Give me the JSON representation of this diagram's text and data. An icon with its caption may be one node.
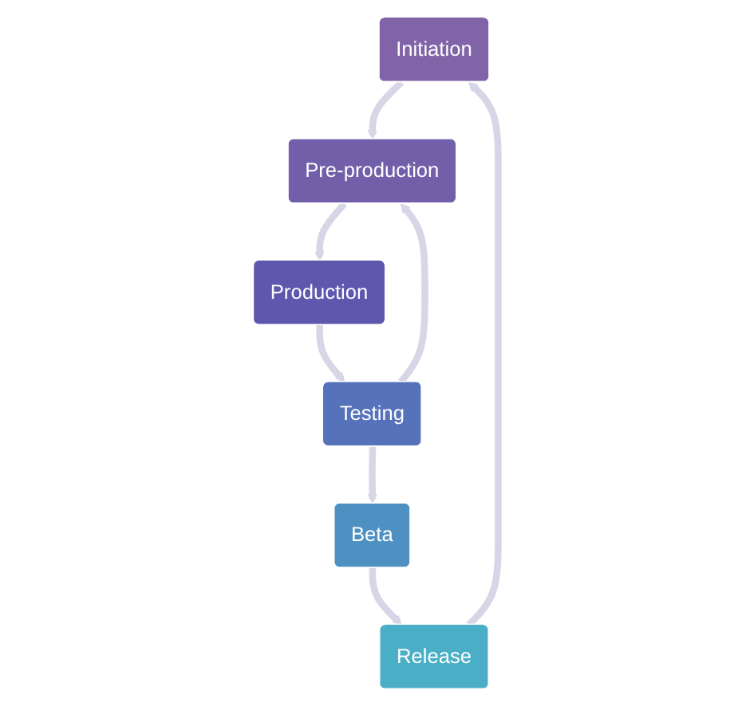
{
  "diagram": {
    "nodes": [
      {
        "text": [
          "Initiation"
        ]
      },
      {
        "text": [
          "Pre-production"
        ]
      },
      {
        "text": [
          "Production"
        ]
      },
      {
        "text": [
          "Testing"
        ]
      },
      {
        "text": [
          "Beta"
        ]
      },
      {
        "text": [
          "Release"
        ]
      }
    ],
    "edges": [
      {
        "from": 0,
        "to": 1,
        "arrow": "to"
      },
      {
        "from": 1,
        "to": 2,
        "arrow": "to"
      },
      {
        "from": 2,
        "to": 3,
        "arrow": "to"
      },
      {
        "from": 3,
        "to": 4,
        "arrow": "to"
      },
      {
        "from": 4,
        "to": 5,
        "arrow": "to"
      },
      {
        "from": 5,
        "to": 0,
        "arrow": "to"
      },
      {
        "from": 3,
        "to": 1,
        "arrow": "to"
      }
    ]
  }
}
